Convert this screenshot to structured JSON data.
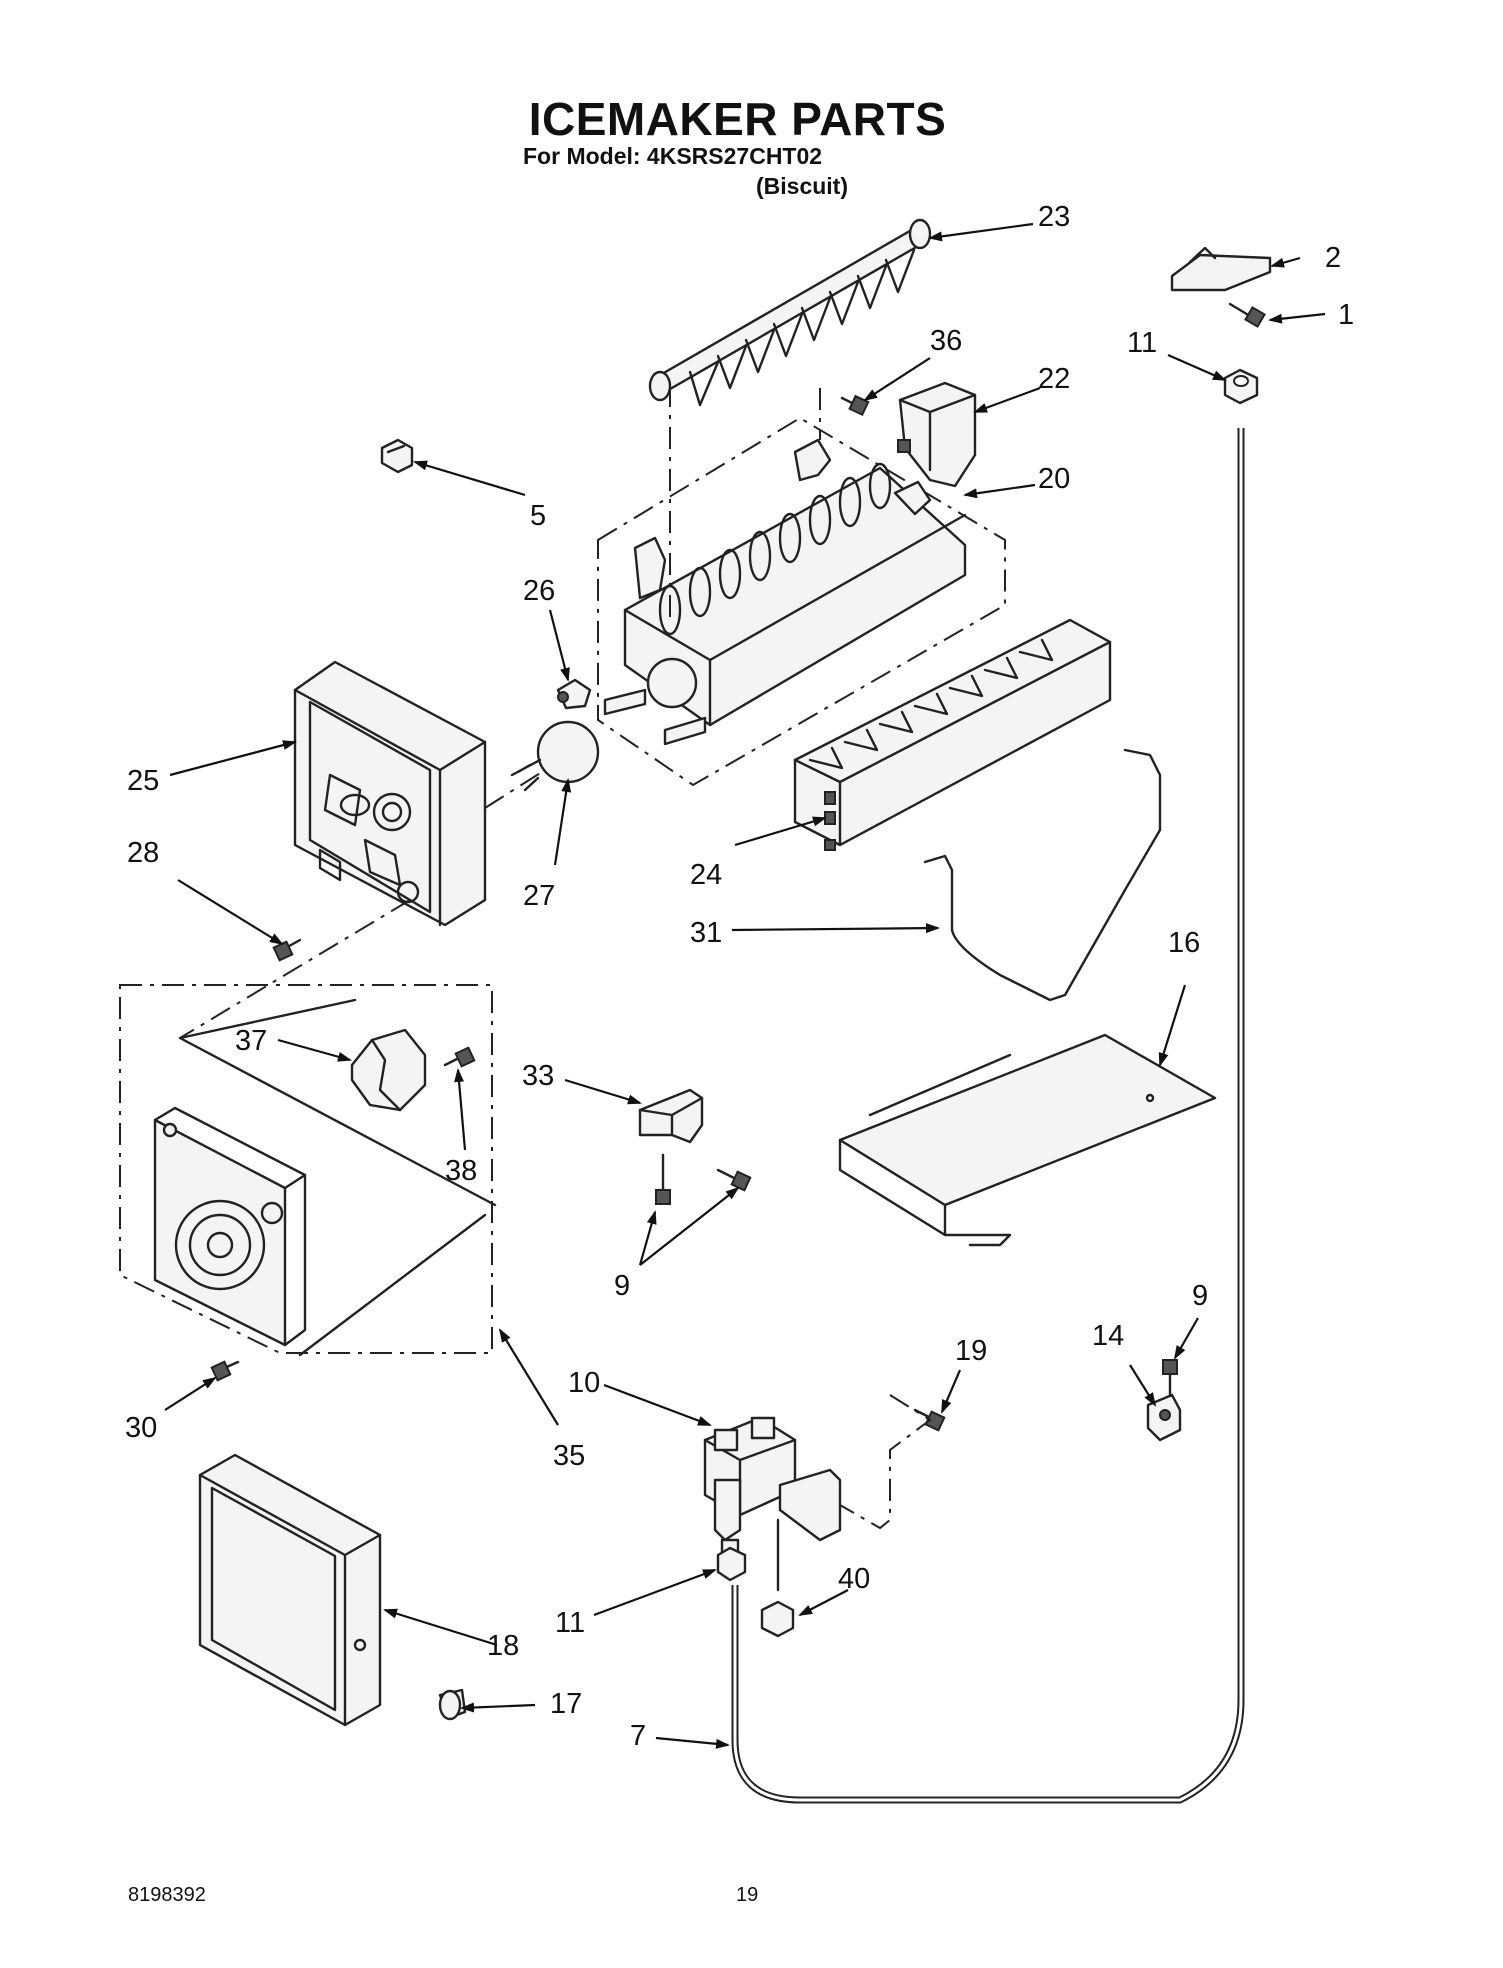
{
  "header": {
    "title": "ICEMAKER PARTS",
    "model_line": "For Model: 4KSRS27CHT02",
    "variant": "(Biscuit)"
  },
  "footer": {
    "doc_number": "8198392",
    "page_number": "19"
  },
  "callouts": {
    "p1": "1",
    "p2": "2",
    "p5": "5",
    "p7": "7",
    "p9a": "9",
    "p9b": "9",
    "p10": "10",
    "p11a": "11",
    "p11b": "11",
    "p14": "14",
    "p16": "16",
    "p17": "17",
    "p18": "18",
    "p19": "19",
    "p20": "20",
    "p22": "22",
    "p23": "23",
    "p24": "24",
    "p25": "25",
    "p26": "26",
    "p27": "27",
    "p28": "28",
    "p30": "30",
    "p31": "31",
    "p33": "33",
    "p35": "35",
    "p36": "36",
    "p37": "37",
    "p38": "38",
    "p40": "40"
  }
}
